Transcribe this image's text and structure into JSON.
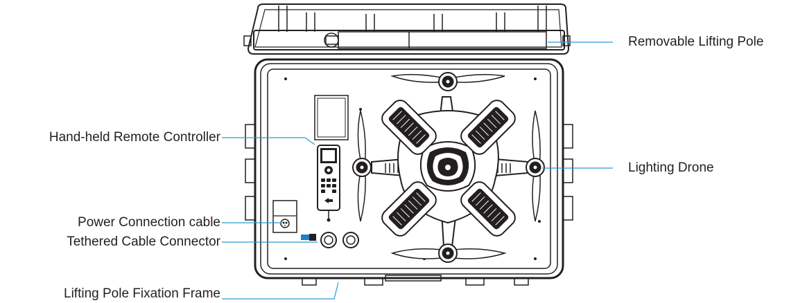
{
  "labels": {
    "removable_lifting_pole": "Removable Lifting Pole",
    "hand_held_remote_controller": "Hand-held Remote Controller",
    "lighting_drone": "Lighting Drone",
    "power_connection_cable": "Power Connection cable",
    "tethered_cable_connector": "Tethered Cable Connector",
    "lifting_pole_fixation_frame": "Lifting Pole Fixation Frame"
  },
  "colors": {
    "line_art": "#231f20",
    "leader_line": "#2b9bd6",
    "connector_accent": "#1f7fc4",
    "background": "#ffffff"
  }
}
